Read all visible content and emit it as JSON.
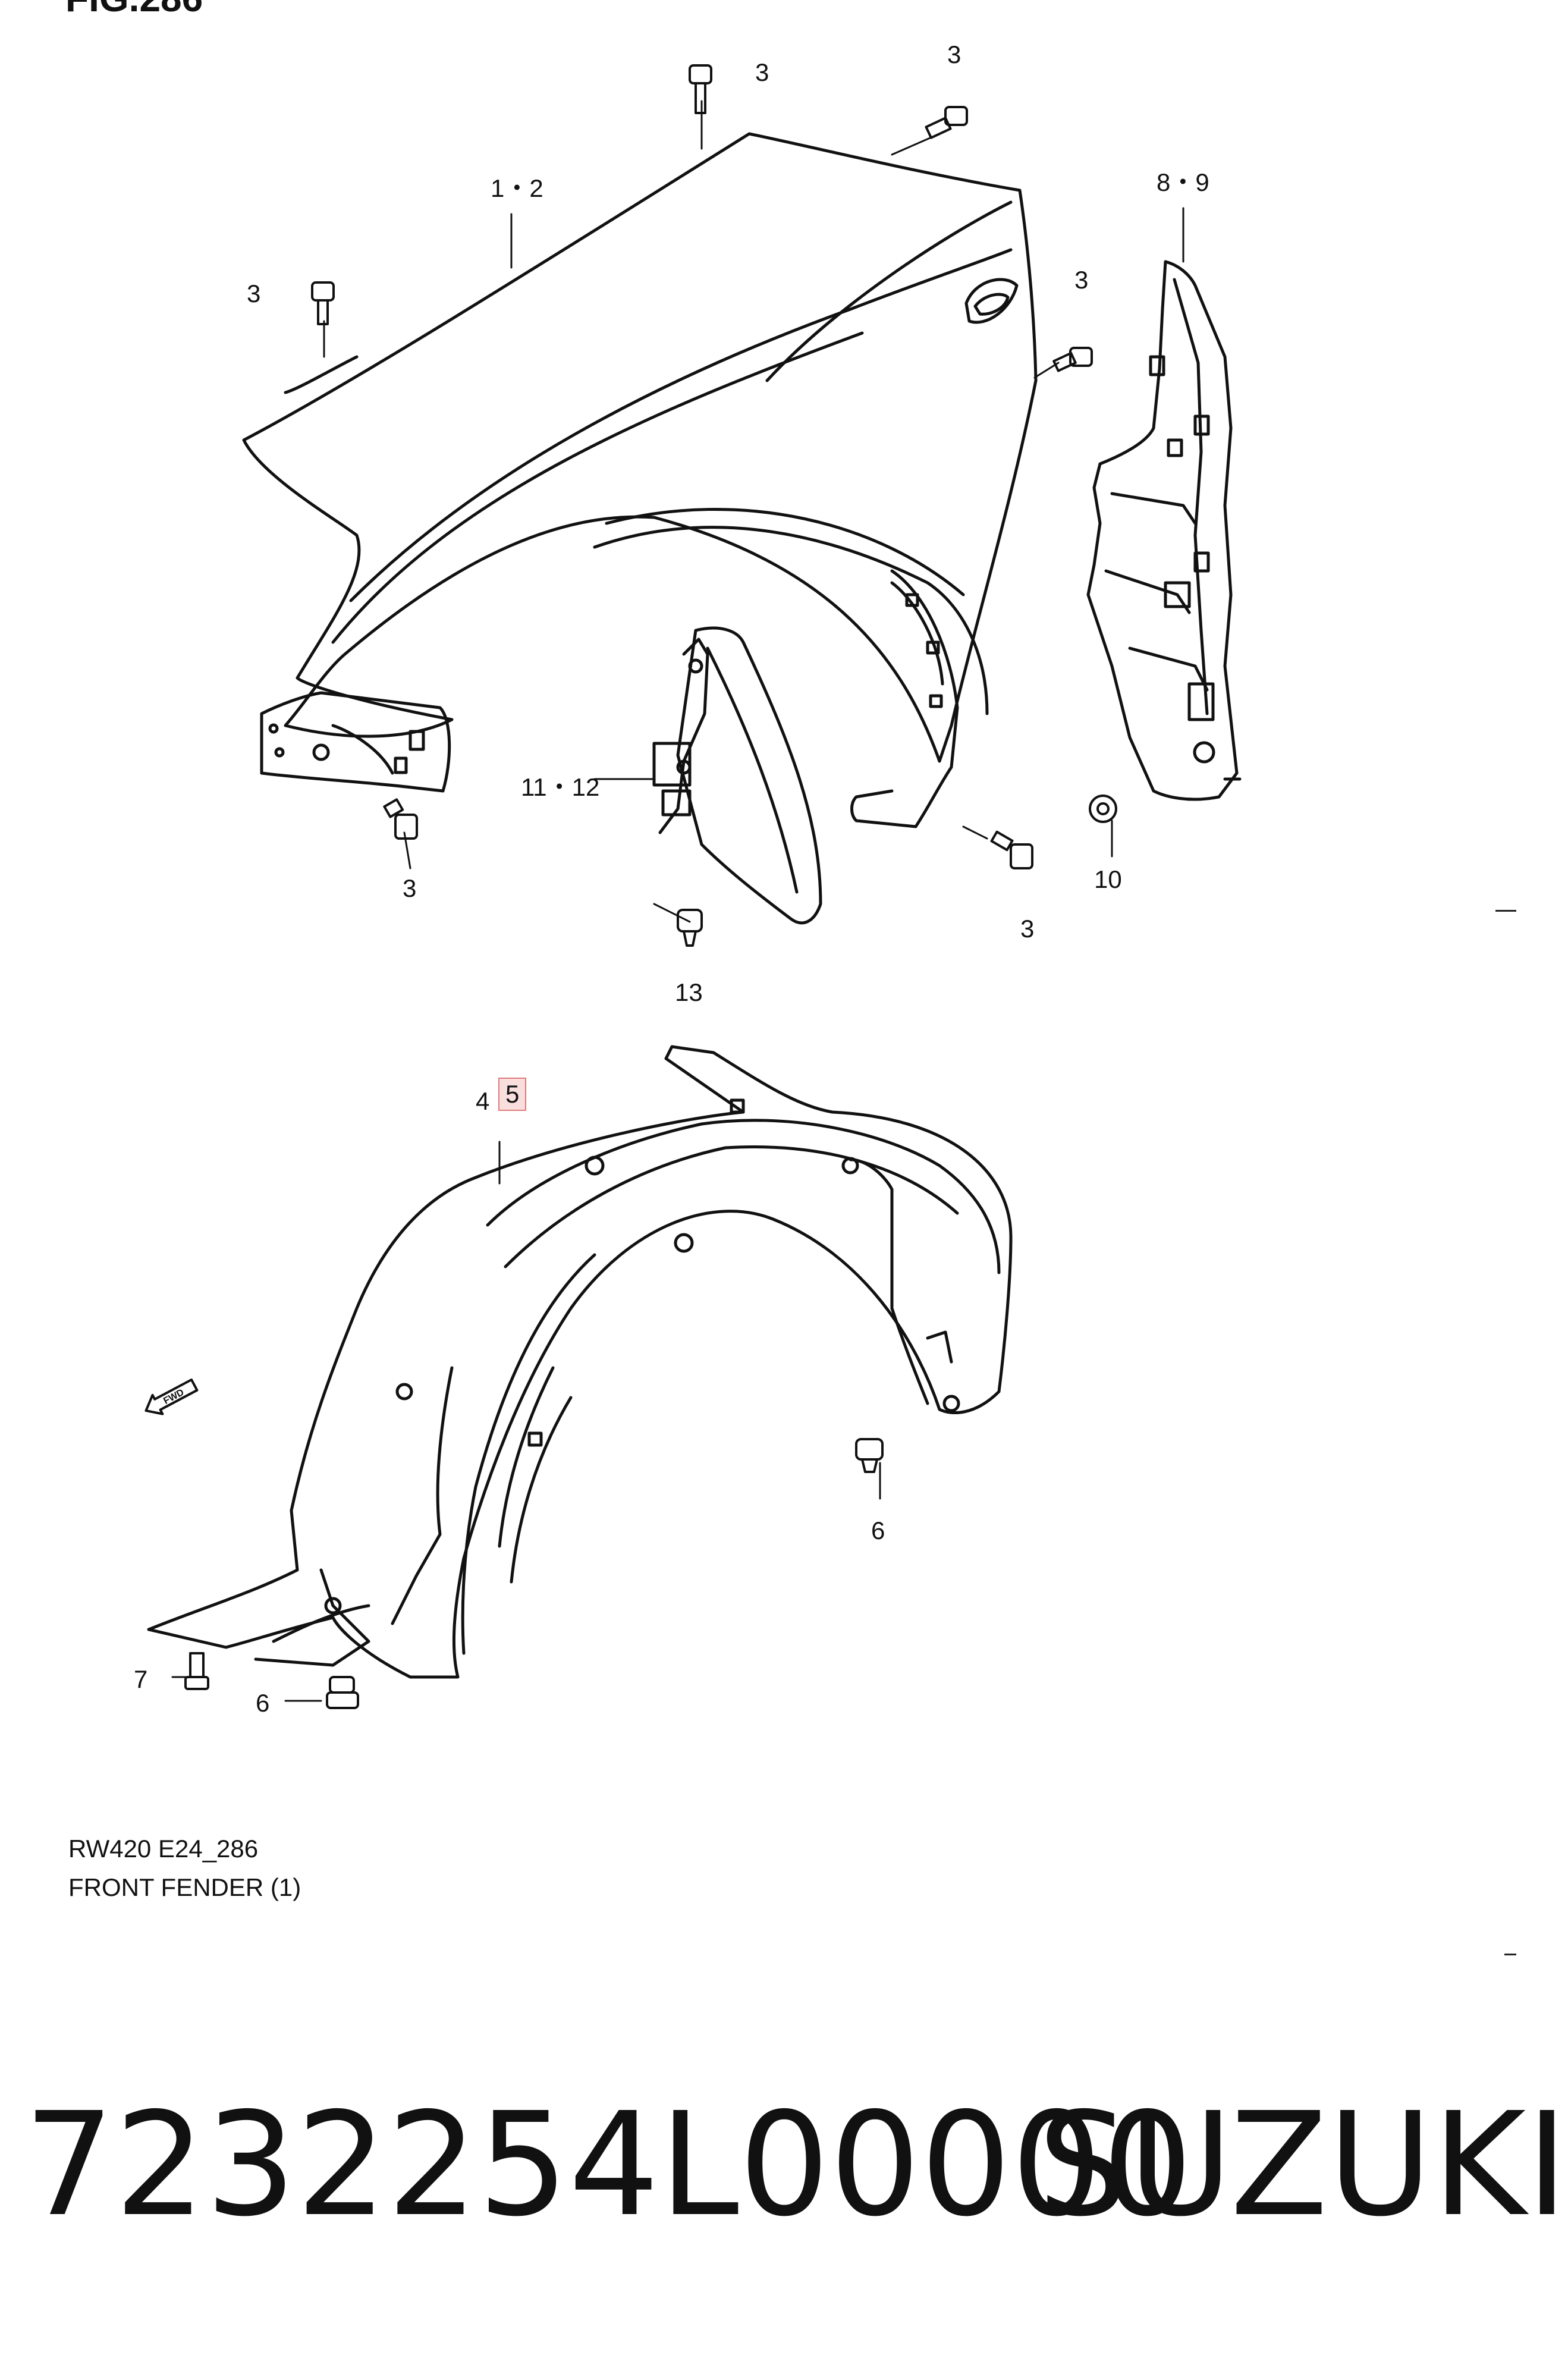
{
  "figure": {
    "title": "FIG.286"
  },
  "callouts": {
    "c_1_2": "1・2",
    "c_3_top": "3",
    "c_3_topright": "3",
    "c_3_left": "3",
    "c_3_right": "3",
    "c_8_9": "8・9",
    "c_11_12": "11・12",
    "c_3_lowleft": "3",
    "c_3_lowright": "3",
    "c_10": "10",
    "c_13": "13",
    "c_4": "4・",
    "c_5": "5",
    "c_6_right": "6",
    "c_7": "7",
    "c_6_left": "6"
  },
  "fwd_label": "FWD",
  "diagram_code": "RW420 E24_286",
  "diagram_caption": "FRONT FENDER (1)",
  "part_number": "7232254L00000",
  "brand": "SUZUKI"
}
